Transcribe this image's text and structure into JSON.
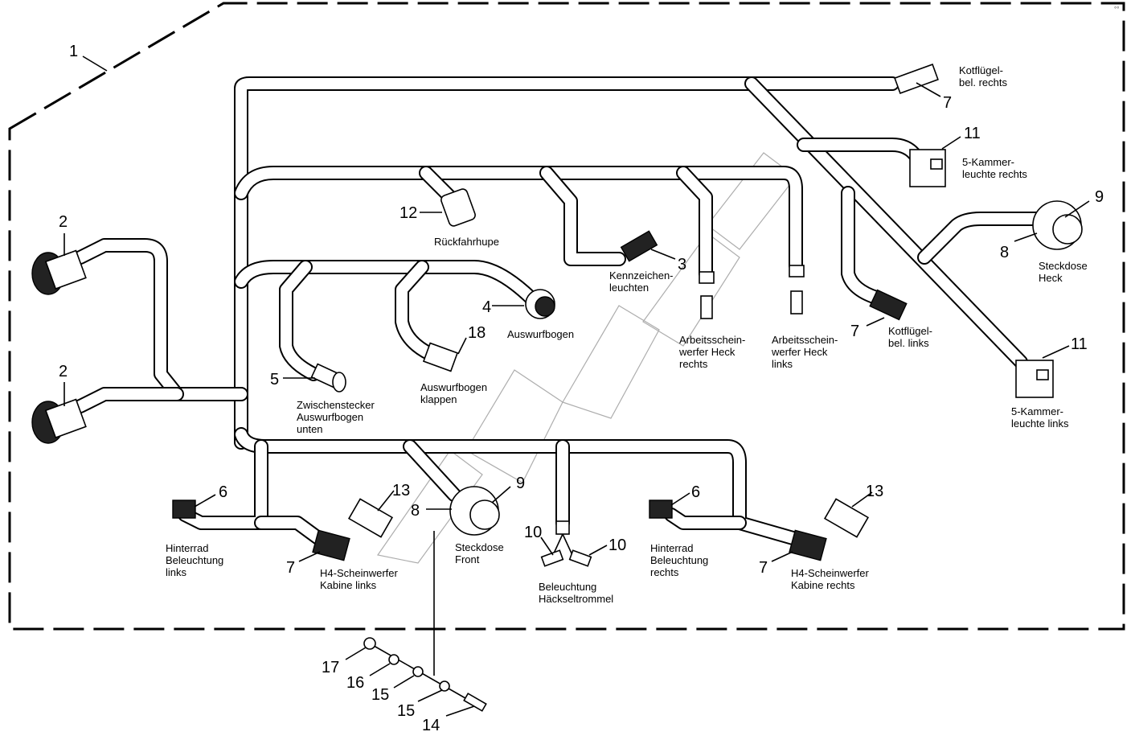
{
  "diagram": {
    "type": "wiring-harness-parts-diagram",
    "corner_mark": "°°",
    "callouts": [
      {
        "id": "c1",
        "number": "1",
        "part": "harness-assembly"
      },
      {
        "id": "c2a",
        "number": "2",
        "part": "round-connector"
      },
      {
        "id": "c2b",
        "number": "2",
        "part": "round-connector"
      },
      {
        "id": "c3",
        "number": "3",
        "part": "connector"
      },
      {
        "id": "c4",
        "number": "4",
        "part": "round-socket"
      },
      {
        "id": "c5",
        "number": "5",
        "part": "intermediate-plug"
      },
      {
        "id": "c6a",
        "number": "6",
        "part": "connector"
      },
      {
        "id": "c6b",
        "number": "6",
        "part": "connector"
      },
      {
        "id": "c7a",
        "number": "7",
        "part": "connector"
      },
      {
        "id": "c7b",
        "number": "7",
        "part": "connector"
      },
      {
        "id": "c7c",
        "number": "7",
        "part": "connector"
      },
      {
        "id": "c7d",
        "number": "7",
        "part": "connector"
      },
      {
        "id": "c8a",
        "number": "8",
        "part": "socket-housing"
      },
      {
        "id": "c8b",
        "number": "8",
        "part": "socket-housing"
      },
      {
        "id": "c9a",
        "number": "9",
        "part": "socket-insert"
      },
      {
        "id": "c9b",
        "number": "9",
        "part": "socket-insert"
      },
      {
        "id": "c10a",
        "number": "10",
        "part": "flat-connector"
      },
      {
        "id": "c10b",
        "number": "10",
        "part": "flat-connector"
      },
      {
        "id": "c11a",
        "number": "11",
        "part": "5-chamber-connector"
      },
      {
        "id": "c11b",
        "number": "11",
        "part": "5-chamber-connector"
      },
      {
        "id": "c12",
        "number": "12",
        "part": "connector"
      },
      {
        "id": "c13a",
        "number": "13",
        "part": "headlamp-connector"
      },
      {
        "id": "c13b",
        "number": "13",
        "part": "headlamp-connector"
      },
      {
        "id": "c14",
        "number": "14",
        "part": "screw"
      },
      {
        "id": "c15a",
        "number": "15",
        "part": "washer"
      },
      {
        "id": "c15b",
        "number": "15",
        "part": "washer"
      },
      {
        "id": "c16",
        "number": "16",
        "part": "lock-washer"
      },
      {
        "id": "c17",
        "number": "17",
        "part": "nut"
      },
      {
        "id": "c18",
        "number": "18",
        "part": "connector"
      }
    ],
    "labels": {
      "kotfluegel_rechts": [
        "Kotflügel-",
        "bel. rechts"
      ],
      "kammer_rechts": [
        "5-Kammer-",
        "leuchte rechts"
      ],
      "steckdose_heck": [
        "Steckdose",
        "Heck"
      ],
      "kammer_links": [
        "5-Kammer-",
        "leuchte links"
      ],
      "kotfluegel_links": [
        "Kotflügel-",
        "bel. links"
      ],
      "arbeit_links": [
        "Arbeitsschein-",
        "werfer Heck",
        "links"
      ],
      "arbeit_rechts": [
        "Arbeitsschein-",
        "werfer Heck",
        "rechts"
      ],
      "kennzeichen": [
        "Kennzeichen-",
        "leuchten"
      ],
      "rueckfahrhupe": [
        "Rückfahrhupe"
      ],
      "auswurfbogen": [
        "Auswurfbogen"
      ],
      "auswurfbogen_klappen": [
        "Auswurfbogen",
        "klappen"
      ],
      "zwischenstecker": [
        "Zwischenstecker",
        "Auswurfbogen",
        "unten"
      ],
      "hinterrad_links": [
        "Hinterrad",
        "Beleuchtung",
        "links"
      ],
      "h4_links": [
        "H4-Scheinwerfer",
        "Kabine links"
      ],
      "steckdose_front": [
        "Steckdose",
        "Front"
      ],
      "haeckseltrommel": [
        "Beleuchtung",
        "Häckseltrommel"
      ],
      "hinterrad_rechts": [
        "Hinterrad",
        "Beleuchtung",
        "rechts"
      ],
      "h4_rechts": [
        "H4-Scheinwerfer",
        "Kabine rechts"
      ]
    }
  }
}
